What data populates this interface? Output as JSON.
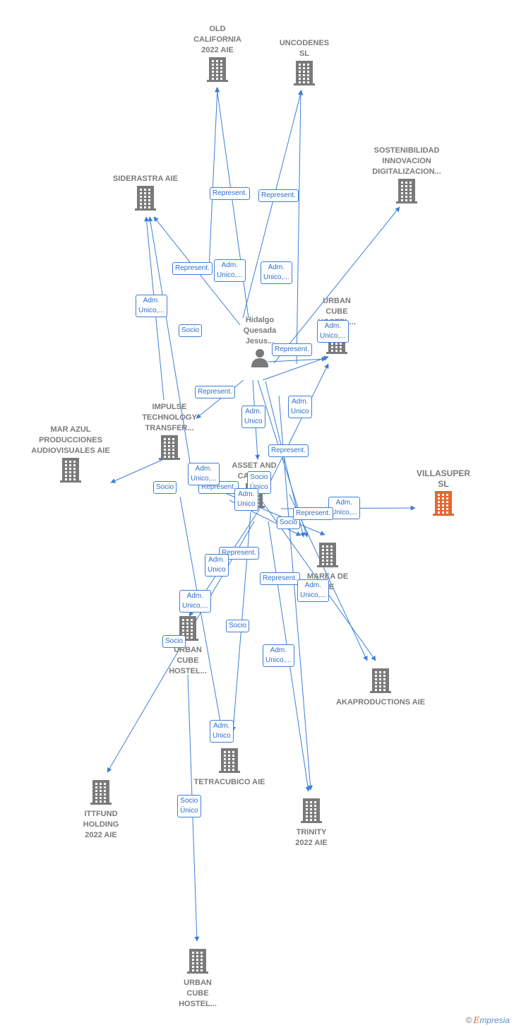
{
  "colors": {
    "edge": "#3d7fd6",
    "building": "#7a7a7a",
    "highlight": "#e8652f",
    "person": "#7a7a7a"
  },
  "person": {
    "label": "Hidalgo\nQuesada\nJesus..."
  },
  "nodes": [
    {
      "id": "old_california",
      "label": "OLD\nCALIFORNIA\n2022 AIE",
      "icon": "building-icon"
    },
    {
      "id": "uncodenes",
      "label": "UNCODENES\nSL",
      "icon": "building-icon"
    },
    {
      "id": "sostenibilidad",
      "label": "SOSTENIBILIDAD\nINNOVACION\nDIGITALIZACION...",
      "icon": "building-icon"
    },
    {
      "id": "siderastra",
      "label": "SIDERASTRA AIE",
      "icon": "building-icon"
    },
    {
      "id": "urban_cube_1",
      "label": "URBAN\nCUBE\nHOSTEL...",
      "icon": "building-icon"
    },
    {
      "id": "impulse",
      "label": "IMPULSE\nTECHNOLOGY\nTRANSFER...",
      "icon": "building-icon"
    },
    {
      "id": "mar_azul",
      "label": "MAR AZUL\nPRODUCCIONES\nAUDIOVISUALES AIE",
      "icon": "building-icon"
    },
    {
      "id": "asset_and_capital",
      "label": "ASSET AND\nCAPITAL",
      "icon": "building-icon"
    },
    {
      "id": "villasuper",
      "label": "VILLASUPER\nSL",
      "icon": "building-icon",
      "highlight": true
    },
    {
      "id": "marea_de",
      "label": "MAREA DE\nAIE",
      "icon": "building-icon"
    },
    {
      "id": "urban_cube_2",
      "label": "URBAN\nCUBE\nHOSTEL...",
      "icon": "building-icon"
    },
    {
      "id": "akaproductions",
      "label": "AKAPRODUCTIONS AIE",
      "icon": "building-icon"
    },
    {
      "id": "tetracubico",
      "label": "TETRACUBICO AIE",
      "icon": "building-icon"
    },
    {
      "id": "ittfund",
      "label": "ITTFUND\nHOLDING\n2022 AIE",
      "icon": "building-icon"
    },
    {
      "id": "trinity",
      "label": "TRINITY\n2022 AIE",
      "icon": "building-icon"
    },
    {
      "id": "urban_cube_3",
      "label": "URBAN\nCUBE\nHOSTEL...",
      "icon": "building-icon"
    }
  ],
  "edge_labels": [
    "Represent.",
    "Represent.",
    "Represent.",
    "Adm.\nUnico,...",
    "Adm.\nUnico,...",
    "Adm.\nUnico,...",
    "Socio",
    "Adm.\nUnico,...",
    "Represent.",
    "Represent.",
    "Adm.\nUnico",
    "Adm.\nUnico",
    "Represent.",
    "Adm.\nUnico,...",
    "Socio\nÚnico",
    "Represent.",
    "Socio",
    "Adm.\nUnico",
    "Adm.\nUnico,...",
    "Represent.",
    "Socio",
    "Adm.\nUnico",
    "Represent.",
    "Represent.",
    "Adm.\nUnico,...",
    "Adm.\nUnico,...",
    "Socio",
    "Socio",
    "Adm.\nUnico,...",
    "Adm.\nUnico",
    "Socio\nÚnico"
  ],
  "footer": {
    "copyright": "©",
    "brand_e": "E",
    "brand_rest": "mpresia"
  }
}
